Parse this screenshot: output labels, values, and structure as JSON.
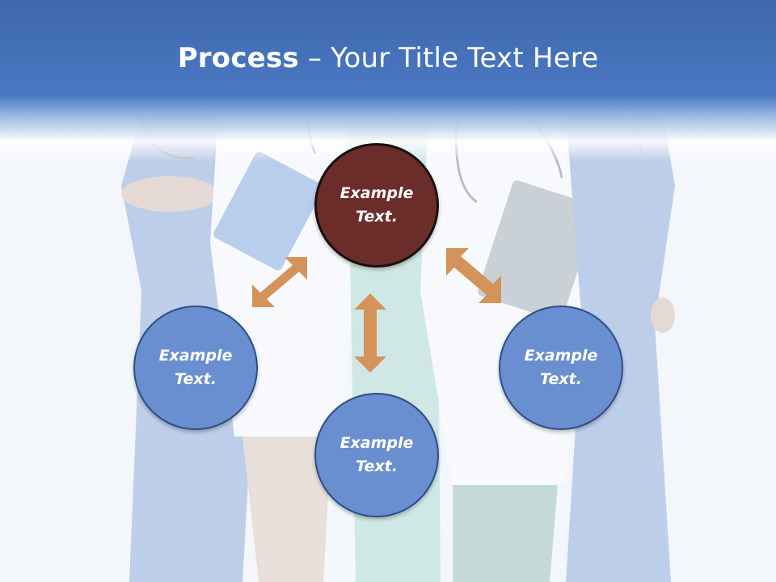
{
  "slide": {
    "title_bold": "Process",
    "title_rest": " – Your Title Text Here"
  },
  "circles": {
    "top": "Example\nText.",
    "left": "Example\nText.",
    "right": "Example\nText.",
    "bottom": "Example\nText."
  },
  "colors": {
    "header": "#4a78c2",
    "circle_blue": "#6a8fd0",
    "circle_dark": "#6b2d2a",
    "arrow": "#d4935a"
  },
  "background_image": "medical-team-icon"
}
